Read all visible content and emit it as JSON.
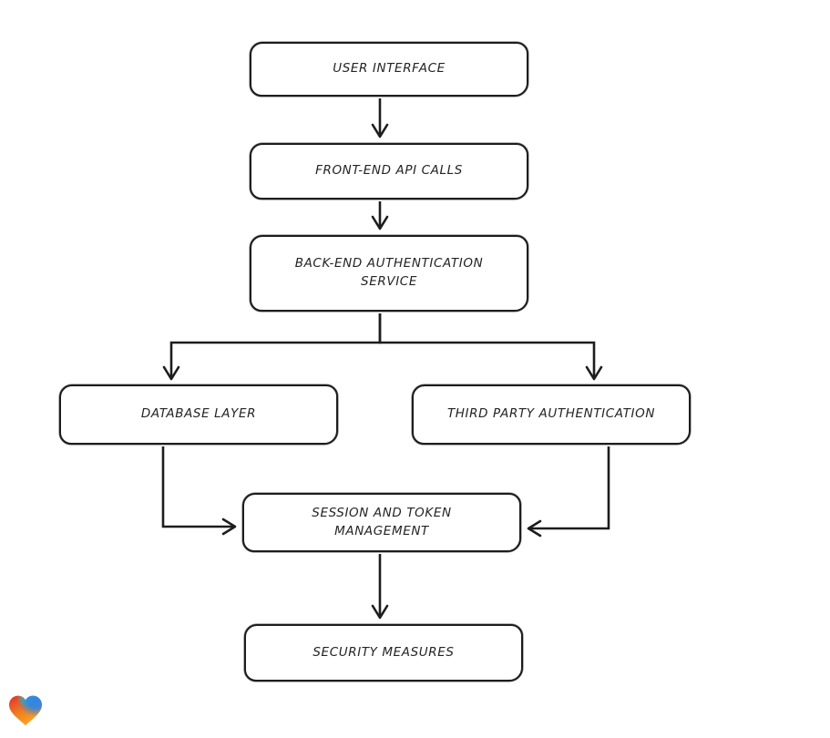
{
  "canvas": {
    "background": "#ffffff",
    "stroke_color": "#1d1d1d",
    "node_fill": "#ffffff",
    "text_color": "#242424"
  },
  "nodes": [
    {
      "id": "user-interface",
      "label": "USER INTERFACE"
    },
    {
      "id": "front-end-api-calls",
      "label": "FRONT-END API CALLS"
    },
    {
      "id": "back-end-authentication-service",
      "label": "BACK-END AUTHENTICATION\nSERVICE"
    },
    {
      "id": "database-layer",
      "label": "DATABASE LAYER"
    },
    {
      "id": "third-party-authentication",
      "label": "THIRD PARTY AUTHENTICATION"
    },
    {
      "id": "session-and-token-management",
      "label": "SESSION AND TOKEN\nMANAGEMENT"
    },
    {
      "id": "security-measures",
      "label": "SECURITY MEASURES"
    }
  ],
  "edges": [
    {
      "from": "user-interface",
      "to": "front-end-api-calls"
    },
    {
      "from": "front-end-api-calls",
      "to": "back-end-authentication-service"
    },
    {
      "from": "back-end-authentication-service",
      "to": "database-layer"
    },
    {
      "from": "back-end-authentication-service",
      "to": "third-party-authentication"
    },
    {
      "from": "database-layer",
      "to": "session-and-token-management"
    },
    {
      "from": "third-party-authentication",
      "to": "session-and-token-management"
    },
    {
      "from": "session-and-token-management",
      "to": "security-measures"
    }
  ],
  "watermark": {
    "icon": "gradient-heart-logo",
    "colors": {
      "red": "#e02e32",
      "orange_mid": "#ef7c1f",
      "amber": "#f9a825",
      "blue": "#2f86e8",
      "teal": "#3fbf9f"
    }
  }
}
